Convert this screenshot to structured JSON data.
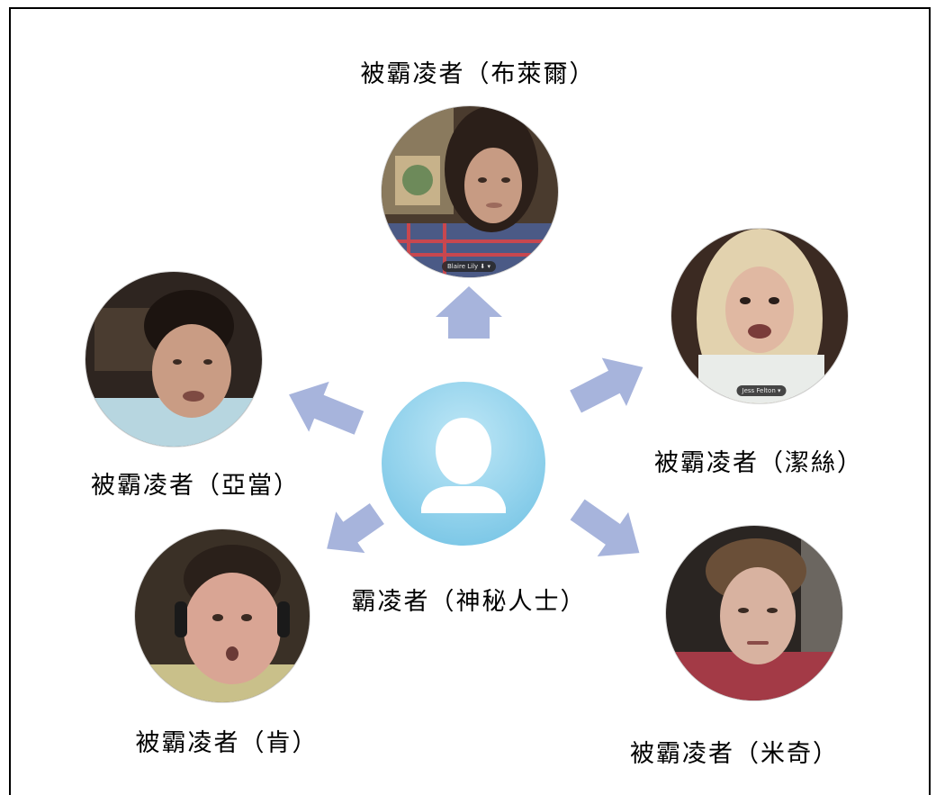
{
  "nodes": {
    "top": {
      "label": "被霸凌者（布萊爾）",
      "tag": "Blaire Lily ⬇ ▾"
    },
    "left": {
      "label": "被霸凌者（亞當）"
    },
    "right": {
      "label": "被霸凌者（潔絲）",
      "tag": "Jess Felton ▾"
    },
    "bottom_left": {
      "label": "被霸凌者（肯）"
    },
    "bottom_right": {
      "label": "被霸凌者（米奇）"
    },
    "center": {
      "label": "霸凌者（神秘人士）",
      "icon": "person-silhouette-icon"
    }
  },
  "colors": {
    "arrow": "#a7b4dc",
    "center_fill": "#92d2ec",
    "frame": "#000000"
  }
}
